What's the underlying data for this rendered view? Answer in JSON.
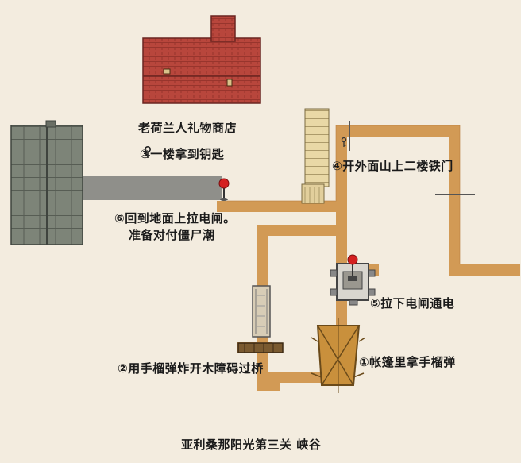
{
  "map": {
    "title": "亚利桑那阳光第三关 峡谷",
    "colors": {
      "background": "#f3ecdf",
      "path": "#d29a55",
      "path_edge": "#b87d3c",
      "roof_red": "#b8463c",
      "roof_gray": "#7d8478",
      "lever_red": "#d42020"
    },
    "landmarks": {
      "dutch_shop": "老荷兰人礼物商店"
    },
    "steps": [
      {
        "num": "①",
        "text": "帐篷里拿手榴弹"
      },
      {
        "num": "②",
        "text": "用手榴弹炸开木障碍过桥"
      },
      {
        "num": "③",
        "text": "一楼拿到钥匙",
        "icon": "key-icon"
      },
      {
        "num": "④",
        "text": "开外面山上二楼铁门"
      },
      {
        "num": "⑤",
        "text": "拉下电闸通电"
      },
      {
        "num": "⑥",
        "line1": "回到地面上拉电闸。",
        "line2": "准备对付僵尸潮"
      }
    ]
  }
}
